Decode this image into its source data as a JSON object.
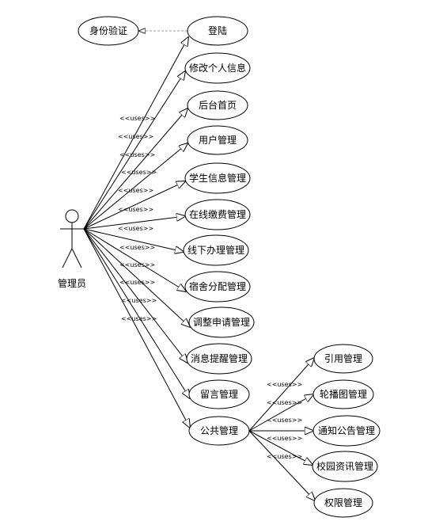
{
  "actor": {
    "name": "管理员"
  },
  "auth": {
    "label": "身份验证"
  },
  "uses_label": "<<uses>>",
  "colors": {
    "stroke": "#000000",
    "background": "#ffffff",
    "dashed": "#999999"
  },
  "use_cases": [
    {
      "id": "login",
      "label": "登陆"
    },
    {
      "id": "change-info",
      "label": "修改个人信息"
    },
    {
      "id": "admin-home",
      "label": "后台首页"
    },
    {
      "id": "user-mgmt",
      "label": "用户管理"
    },
    {
      "id": "student-info",
      "label": "学生信息管理"
    },
    {
      "id": "online-pay",
      "label": "在线缴费管理"
    },
    {
      "id": "offline-handle",
      "label": "线下办理管理"
    },
    {
      "id": "dorm-assign",
      "label": "宿舍分配管理"
    },
    {
      "id": "adjust-apply",
      "label": "调整申请管理"
    },
    {
      "id": "msg-remind",
      "label": "消息提醒管理"
    },
    {
      "id": "message-board",
      "label": "留言管理"
    },
    {
      "id": "public-mgmt",
      "label": "公共管理"
    }
  ],
  "public_sub": [
    {
      "id": "quote",
      "label": "引用管理"
    },
    {
      "id": "carousel",
      "label": "轮播图管理"
    },
    {
      "id": "notice",
      "label": "通知公告管理"
    },
    {
      "id": "campus-news",
      "label": "校园资讯管理"
    },
    {
      "id": "permission",
      "label": "权限管理"
    }
  ]
}
